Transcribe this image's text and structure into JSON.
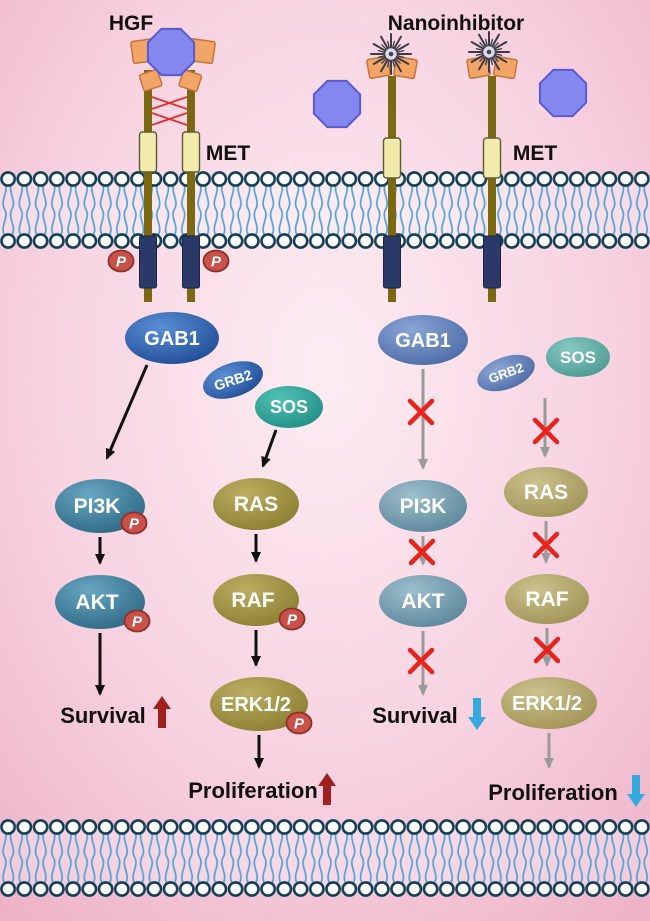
{
  "header": {
    "hgf": "HGF",
    "nanoinhibitor": "Nanoinhibitor",
    "met_left": "MET",
    "met_right": "MET"
  },
  "badges": {
    "p": "P"
  },
  "active_pathway": {
    "gab1": "GAB1",
    "grb2": "GRB2",
    "sos": "SOS",
    "pi3k": "PI3K",
    "akt": "AKT",
    "ras": "RAS",
    "raf": "RAF",
    "erk": "ERK1/2",
    "survival": "Survival",
    "proliferation": "Proliferation"
  },
  "inhibited_pathway": {
    "gab1": "GAB1",
    "grb2": "GRB2",
    "sos": "SOS",
    "pi3k": "PI3K",
    "akt": "AKT",
    "ras": "RAS",
    "raf": "RAF",
    "erk": "ERK1/2",
    "survival": "Survival",
    "proliferation": "Proliferation"
  },
  "colors": {
    "background_center": "#fcedf3",
    "background_edge": "#edafc6",
    "membrane_head_stroke": "#123f55",
    "membrane_tail": "#4ea3d8",
    "receptor_stalk": "#7a6812",
    "receptor_kinase_domain": "#2b3968",
    "receptor_ig_domain": "#f3ebab",
    "receptor_binding_domain": "#f2a566",
    "ligand_octagon": "#8488ee",
    "phospho_badge": "#c8524a",
    "node_blue": "#1d4a92",
    "node_teal": "#1e8c82",
    "node_steel": "#2b6682",
    "node_olive": "#8a7c2e",
    "arrow_active": "#111111",
    "arrow_inhibited": "#9a9a9a",
    "inhibit_x": "#e8231b",
    "up_arrow": "#a02020",
    "down_arrow": "#35aadf"
  }
}
